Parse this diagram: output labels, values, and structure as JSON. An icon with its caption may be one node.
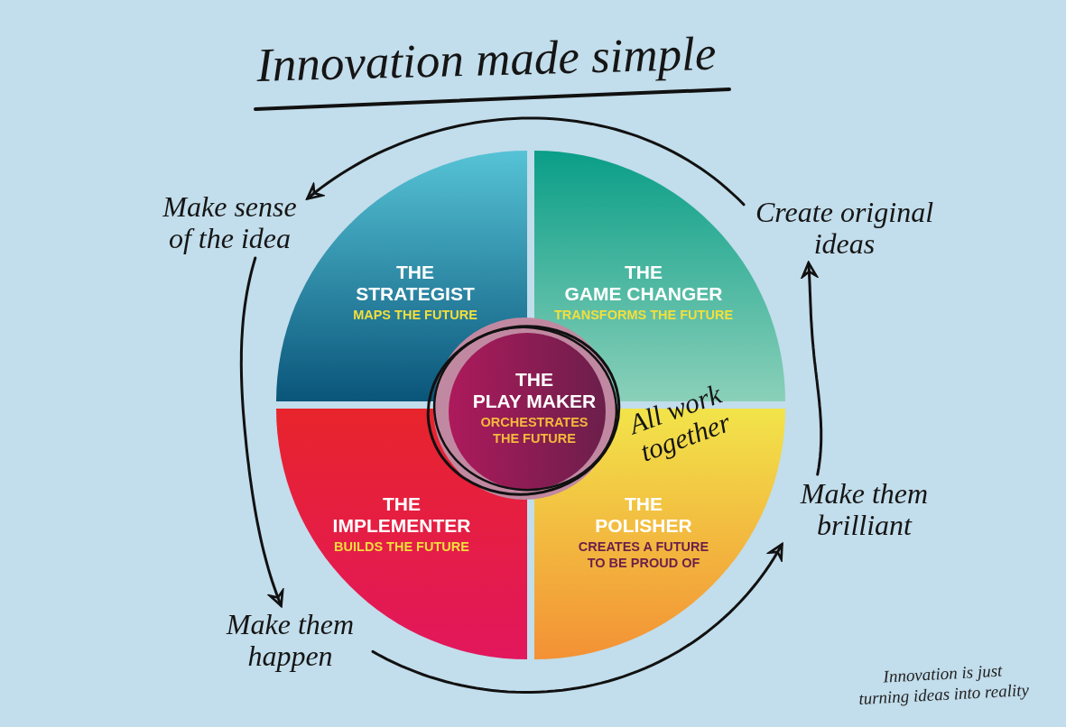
{
  "diagram": {
    "title": "Innovation made simple",
    "nodes": [
      {
        "text": [
          "Make sense of the idea"
        ]
      },
      {
        "text": [
          "Create original ideas"
        ]
      },
      {
        "text": [
          "THE STRATEGIST",
          "MAPS THE FUTURE"
        ]
      },
      {
        "text": [
          "THE GAME CHANGER",
          "TRANSFORMS THE FUTURE"
        ]
      },
      {
        "text": [
          "THE PLAY MAKER",
          "ORCHESTRATES THE FUTURE"
        ],
        "beside": [
          "All work together"
        ]
      },
      {
        "text": [
          "THE IMPLEMENTER",
          "BUILDS THE FUTURE"
        ]
      },
      {
        "text": [
          "THE POLISHER",
          "CREATES A FUTURE TO BE PROUD OF"
        ]
      },
      {
        "text": [
          "Make them brilliant"
        ]
      },
      {
        "text": [
          "Make them happen"
        ]
      }
    ],
    "edges": [
      {
        "from": 1,
        "to": 0,
        "arrow": "to"
      },
      {
        "from": 0,
        "to": 8,
        "arrow": "to"
      },
      {
        "from": 8,
        "to": 7,
        "arrow": "to"
      },
      {
        "from": 7,
        "to": 1,
        "arrow": "to"
      }
    ],
    "labels": [
      "Innovation is just turning ideas into reality"
    ]
  }
}
